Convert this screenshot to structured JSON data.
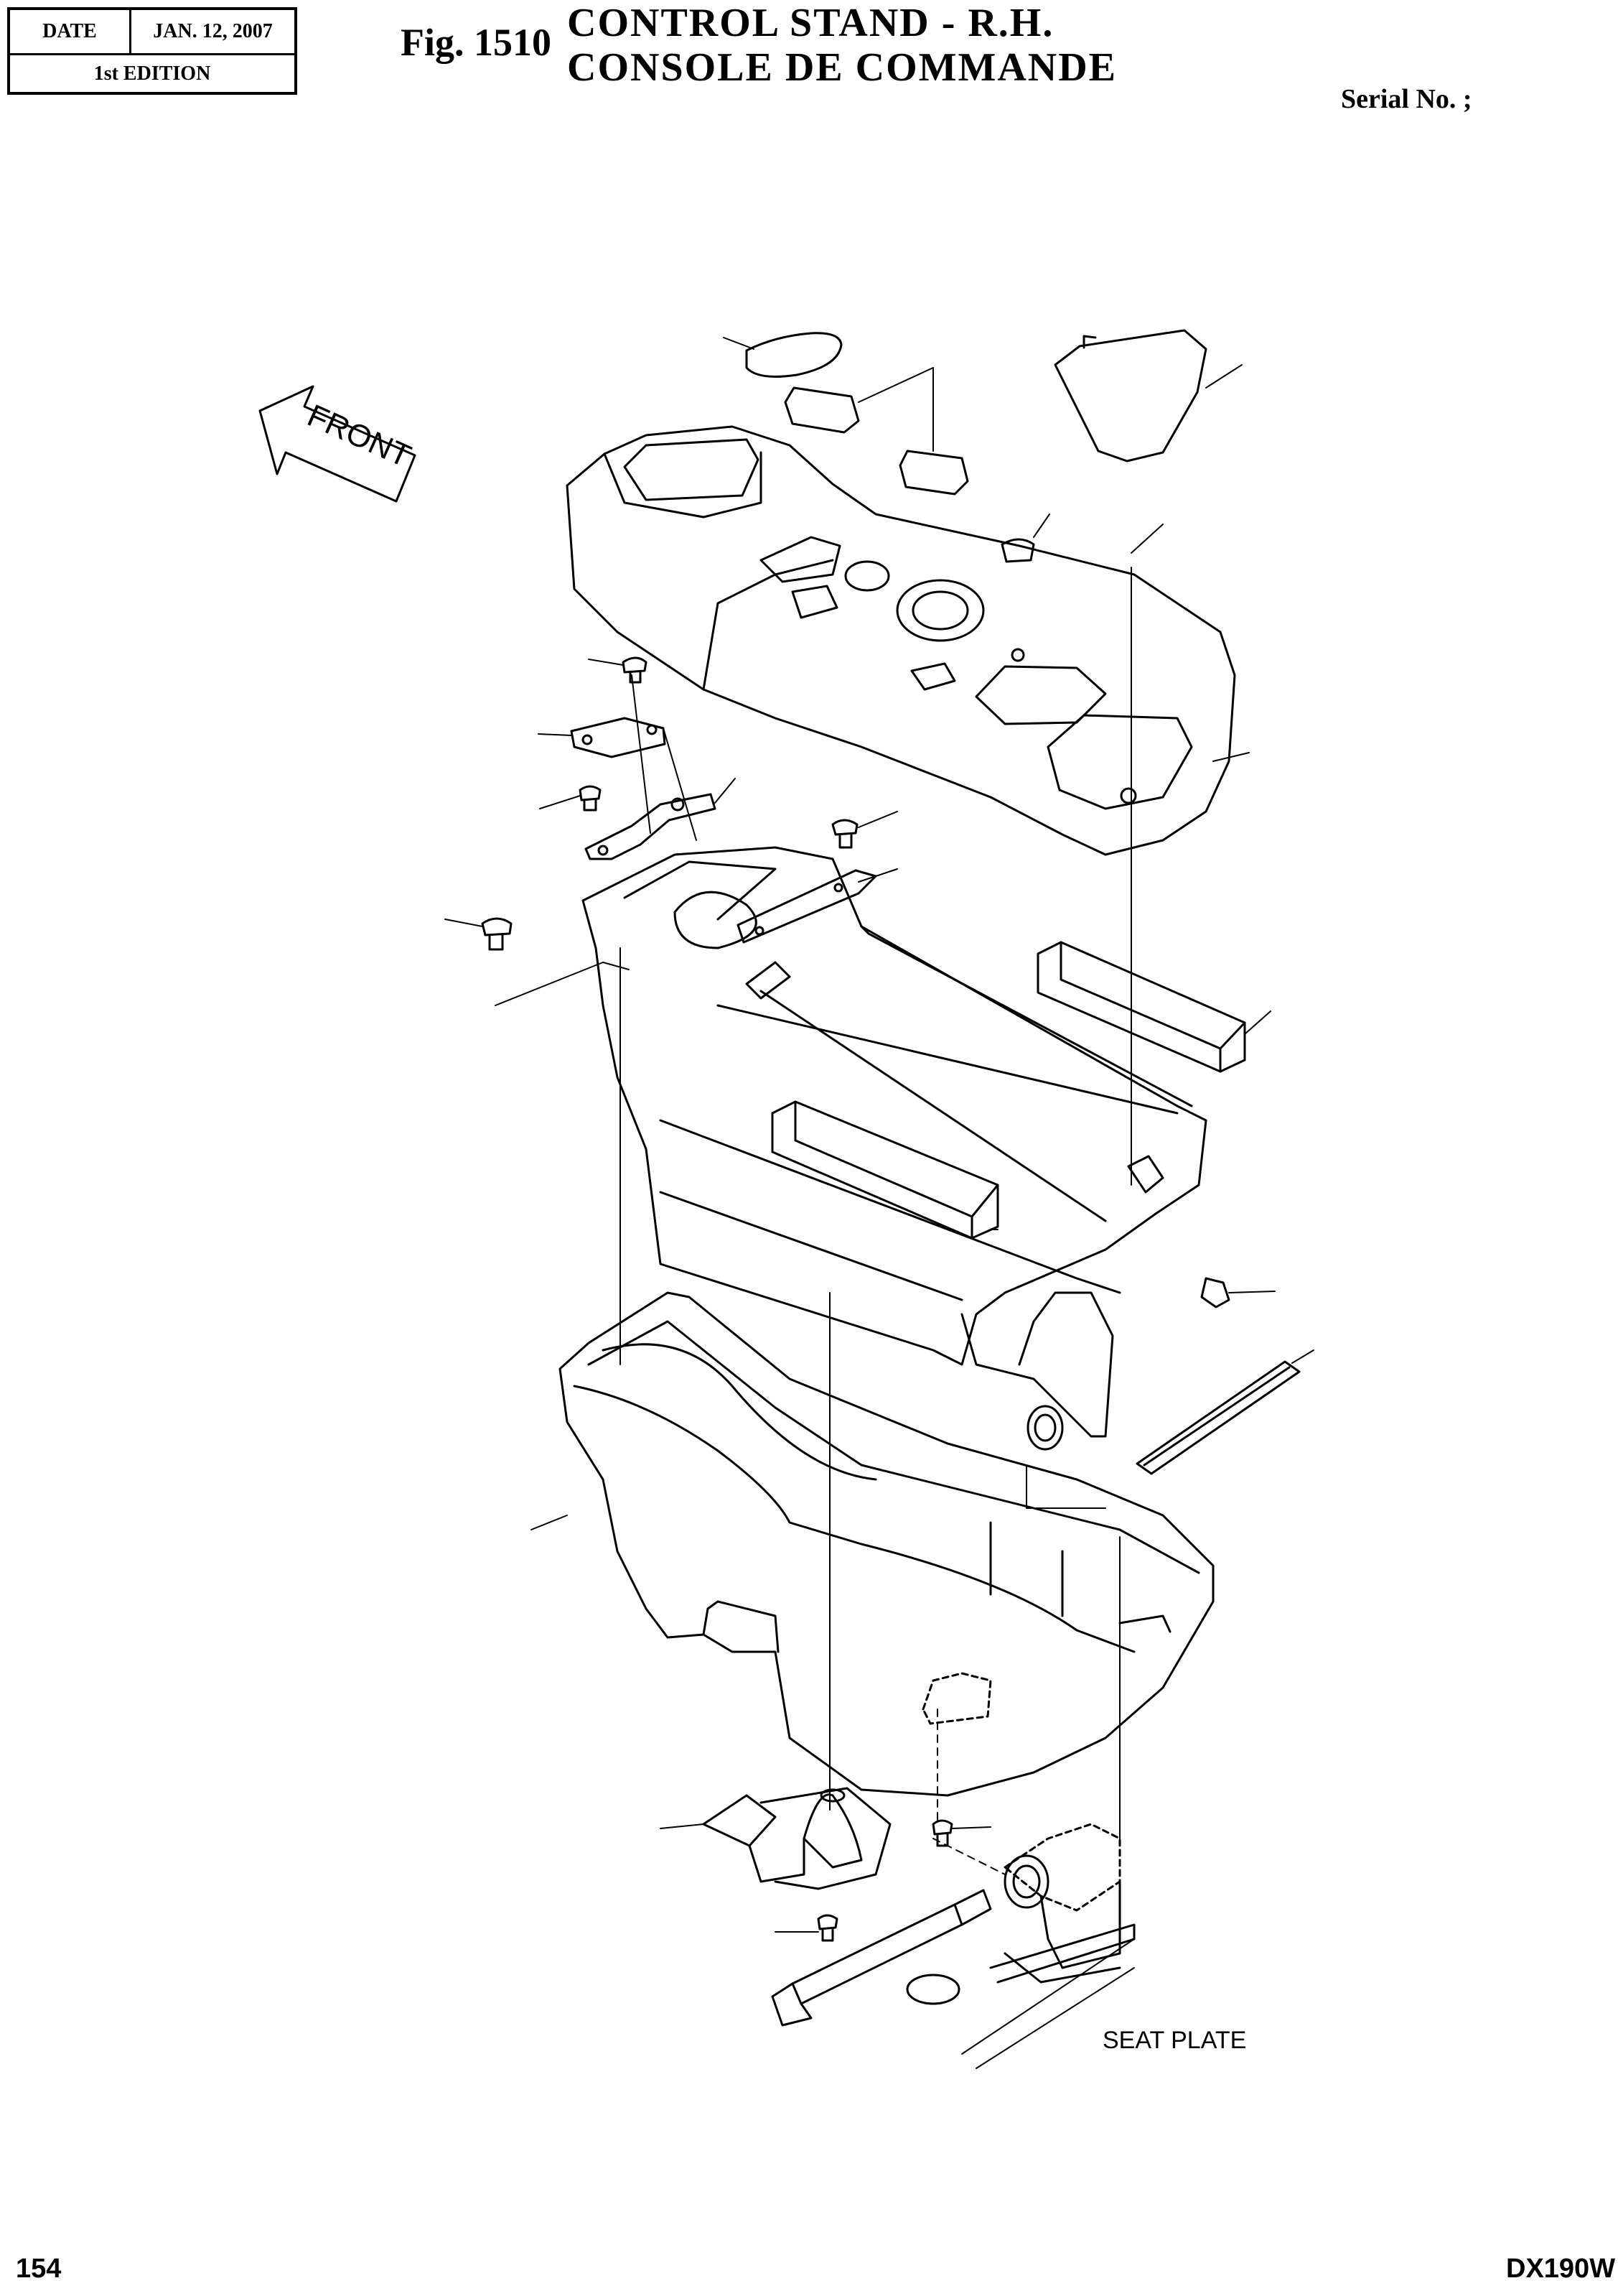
{
  "header": {
    "date_label": "DATE",
    "date_value": "JAN. 12, 2007",
    "edition": "1st EDITION",
    "fig_number": "Fig. 1510",
    "title_en": "CONTROL  STAND  -  R.H.",
    "title_fr": "CONSOLE  DE  COMMANDE",
    "serial": "Serial No. ;"
  },
  "diagram": {
    "direction_label": "FRONT",
    "seat_plate_label": "SEAT PLATE"
  },
  "footer": {
    "page_number": "154",
    "model": "DX190W"
  }
}
